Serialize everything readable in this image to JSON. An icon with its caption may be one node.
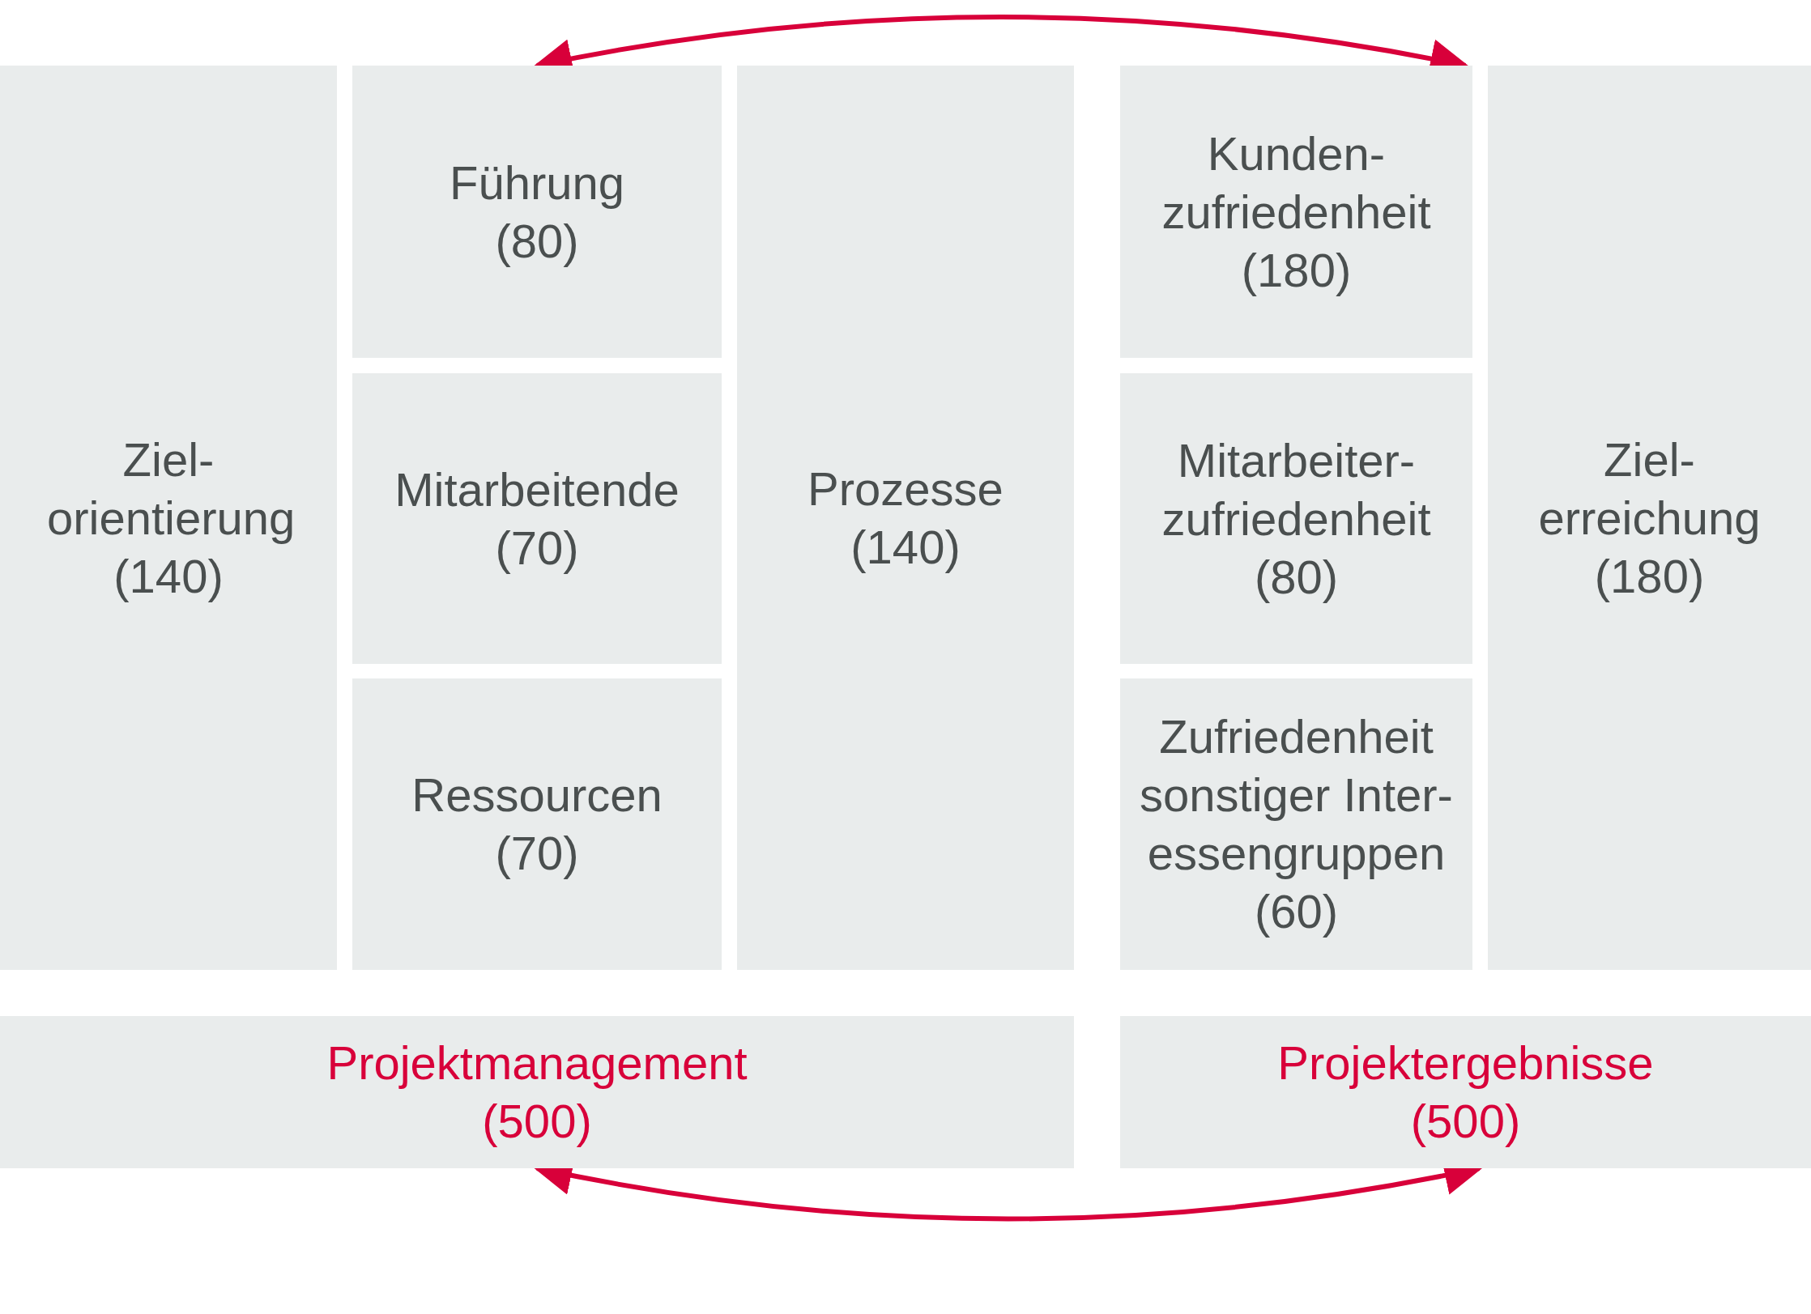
{
  "diagram": {
    "nodes": [
      {
        "text": [
          "Ziel- orientierung",
          "(140)"
        ]
      },
      {
        "text": [
          "Führung",
          "(80)"
        ]
      },
      {
        "text": [
          "Prozesse",
          "(140)"
        ]
      },
      {
        "text": [
          "Kunden- zufriedenheit",
          "(180)"
        ]
      },
      {
        "text": [
          "Ziel- erreichung",
          "(180)"
        ]
      },
      {
        "text": [
          "Mitarbeitende",
          "(70)"
        ]
      },
      {
        "text": [
          "Mitarbeiter- zufriedenheit",
          "(80)"
        ]
      },
      {
        "text": [
          "Ressourcen",
          "(70)"
        ]
      },
      {
        "text": [
          "Zufriedenheit sonstiger Inter- essengruppen",
          "(60)"
        ]
      },
      {
        "text": [
          "Projektmanagement",
          "(500)"
        ]
      },
      {
        "text": [
          "Projektergebnisse",
          "(500)"
        ]
      }
    ],
    "edges": [
      {
        "from": 1,
        "to": 3,
        "arrow": "both",
        "color": "#d8003a"
      },
      {
        "from": 9,
        "to": 10,
        "arrow": "both",
        "color": "#d8003a"
      }
    ]
  }
}
